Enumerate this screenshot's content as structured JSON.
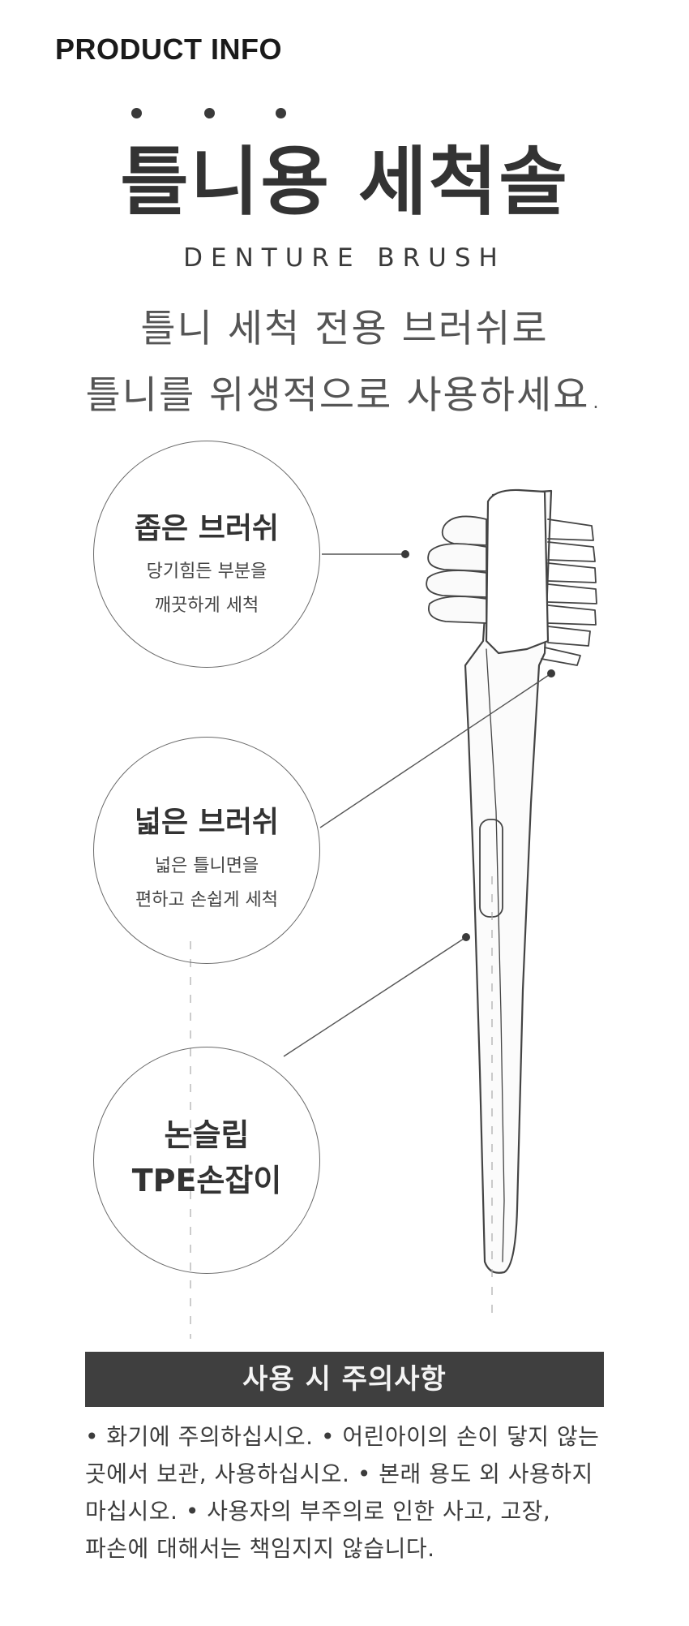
{
  "header": {
    "label": "PRODUCT INFO"
  },
  "product": {
    "title": "틀니용 세척솔",
    "subtitle_en": "DENTURE BRUSH",
    "intro_line1": "틀니 세척 전용 브러쉬로",
    "intro_line2": "틀니를 위생적으로 사용하세요."
  },
  "features": [
    {
      "title": "좁은 브러쉬",
      "desc_line1": "당기힘든 부분을",
      "desc_line2": "깨끗하게 세척"
    },
    {
      "title": "넓은 브러쉬",
      "desc_line1": "넓은 틀니면을",
      "desc_line2": "편하고 손쉽게 세척"
    },
    {
      "title_line1": "논슬립",
      "title_line2": "TPE손잡이"
    }
  ],
  "caution": {
    "title": "사용 시 주의사항",
    "line1": "• 화기에 주의하십시오. • 어린아이의 손이 닿지 않는",
    "line2": "곳에서 보관, 사용하십시오. • 본래 용도 외 사용하지",
    "line3": "마십시오. • 사용자의 부주의로 인한 사고, 고장,",
    "line4": "파손에 대해서는 책임지지 않습니다."
  },
  "colors": {
    "ink": "#333333",
    "bar": "#3f3f3f",
    "bar_text": "#f4f4f4"
  }
}
